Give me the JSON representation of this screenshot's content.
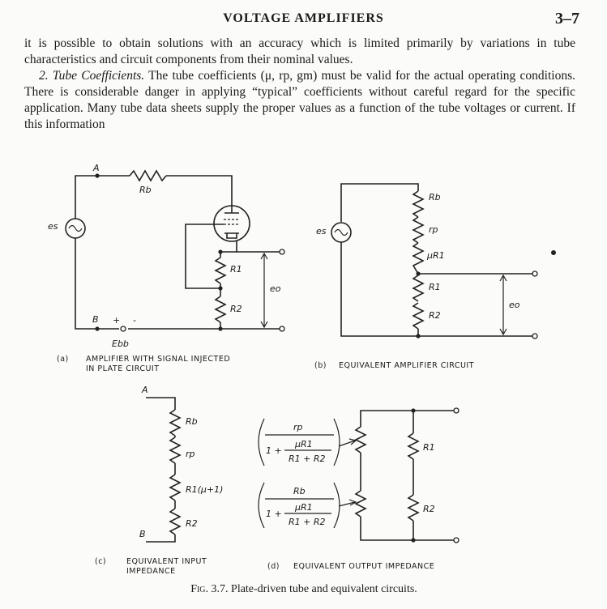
{
  "header": {
    "title": "VOLTAGE AMPLIFIERS",
    "page_number": "3–7"
  },
  "paragraphs": {
    "p1": "it is possible to obtain solutions with an accuracy which is limited primarily by variations in tube characteristics and circuit components from their nominal values.",
    "p2_num": "2.",
    "p2_title": "Tube Coefficients.",
    "p2_body": " The tube coefficients (μ, rp, gm) must be valid for the actual operating conditions. There is considerable danger in applying “typical” coefficients without careful regard for the specific application. Many tube data sheets supply the proper values as a function of the tube voltages or current. If this information"
  },
  "figure": {
    "a": {
      "caption_line1": "AMPLIFIER WITH SIGNAL INJECTED",
      "caption_line2": "IN PLATE CIRCUIT",
      "labels": {
        "node_a": "A",
        "node_b": "B",
        "rb": "Rb",
        "es": "es",
        "r1": "R1",
        "r2": "R2",
        "eo": "eo",
        "ebb": "Ebb",
        "plus": "+",
        "minus": "-"
      }
    },
    "b": {
      "caption": "EQUIVALENT AMPLIFIER CIRCUIT",
      "labels": {
        "rb": "Rb",
        "rp": "rp",
        "mur1": "μR1",
        "r1": "R1",
        "r2": "R2",
        "es": "es",
        "eo": "eo"
      }
    },
    "c": {
      "caption_line1": "EQUIVALENT INPUT",
      "caption_line2": "IMPEDANCE",
      "labels": {
        "node_a": "A",
        "node_b": "B",
        "rb": "Rb",
        "rp": "rp",
        "r1mu": "R1(μ+1)",
        "r2": "R2"
      }
    },
    "d": {
      "caption": "EQUIVALENT OUTPUT IMPEDANCE",
      "labels": {
        "f1_num": "rp",
        "f1_one": "1 +",
        "f1_inner_num": "μR1",
        "f1_inner_den": "R1 + R2",
        "f2_num": "Rb",
        "f2_one": "1 +",
        "f2_inner_num": "μR1",
        "f2_inner_den": "R1 + R2",
        "r1": "R1",
        "r2": "R2"
      }
    },
    "sub_a": "(a)",
    "sub_b": "(b)",
    "sub_c": "(c)",
    "sub_d": "(d)",
    "caption_num": "Fig. 3.7.",
    "caption_text": " Plate-driven tube and equivalent circuits."
  }
}
